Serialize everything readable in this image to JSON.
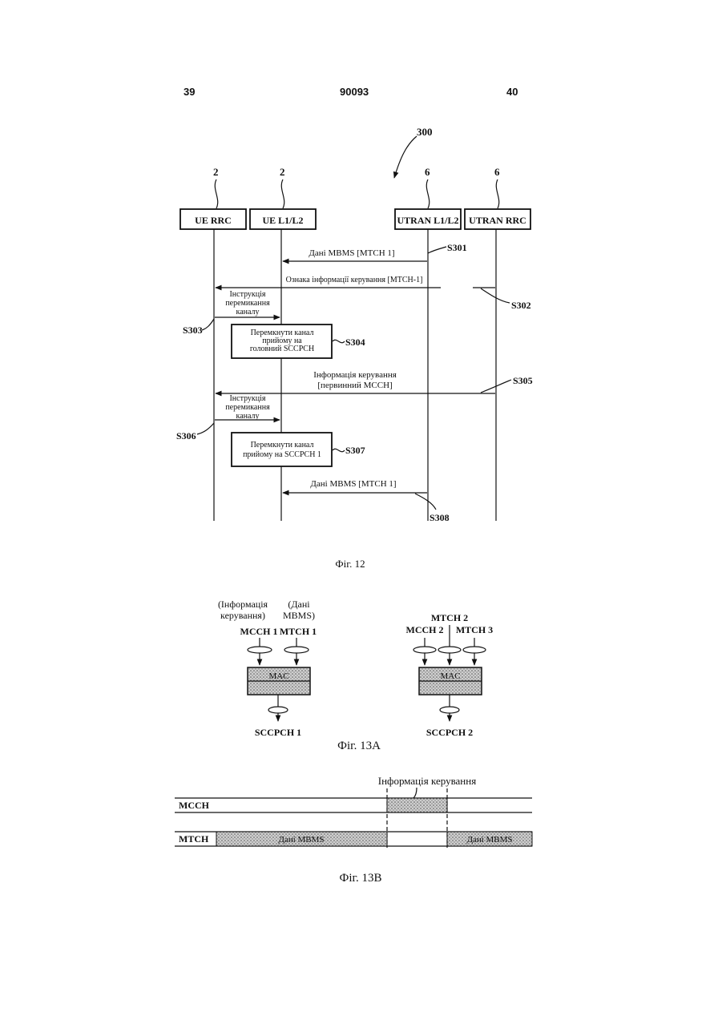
{
  "header": {
    "page_left": "39",
    "doc_number": "90093",
    "page_right": "40"
  },
  "fig12": {
    "ref": "300",
    "entity_refs": [
      "2",
      "2",
      "6",
      "6"
    ],
    "entities": [
      "UE RRC",
      "UE L1/L2",
      "UTRAN L1/L2",
      "UTRAN RRC"
    ],
    "msg_s301": "Дані MBMS [MTCH 1]",
    "step_s301": "S301",
    "msg_s302": "Ознака інформації керування [MTCH-1]",
    "step_s302": "S302",
    "msg_s303": [
      "Інструкція",
      "перемикання",
      "каналу"
    ],
    "step_s303": "S303",
    "box_s304": [
      "Перемкнути канал",
      "прийому на",
      "головний SCCPCH"
    ],
    "step_s304": "S304",
    "msg_s305": [
      "Інформація керування",
      "[первинний MCCH]"
    ],
    "step_s305": "S305",
    "msg_s306": [
      "Інструкція",
      "перемикання",
      "каналу"
    ],
    "step_s306": "S306",
    "box_s307": [
      "Перемкнути канал",
      "прийому на SCCPCH 1"
    ],
    "step_s307": "S307",
    "msg_s308": "Дані MBMS [MTCH 1]",
    "step_s308": "S308",
    "caption": "Фіг. 12"
  },
  "fig13a": {
    "left": {
      "label_a": [
        "(Інформація",
        "керування)"
      ],
      "label_b": [
        "(Дані",
        "MBMS)"
      ],
      "ch1": "MCCH 1",
      "ch2": "MTCH 1",
      "mac": "MAC",
      "output": "SCCPCH 1"
    },
    "right": {
      "top": "MTCH 2",
      "ch1": "MCCH 2",
      "ch2": "MTCH 3",
      "mac": "MAC",
      "output": "SCCPCH 2"
    },
    "caption": "Фіг. 13А"
  },
  "fig13b": {
    "annotation": "Інформація керування",
    "row1": "MCCH",
    "row2": "MTCH",
    "data1": "Дані MBMS",
    "data2": "Дані MBMS",
    "caption": "Фіг. 13В"
  }
}
